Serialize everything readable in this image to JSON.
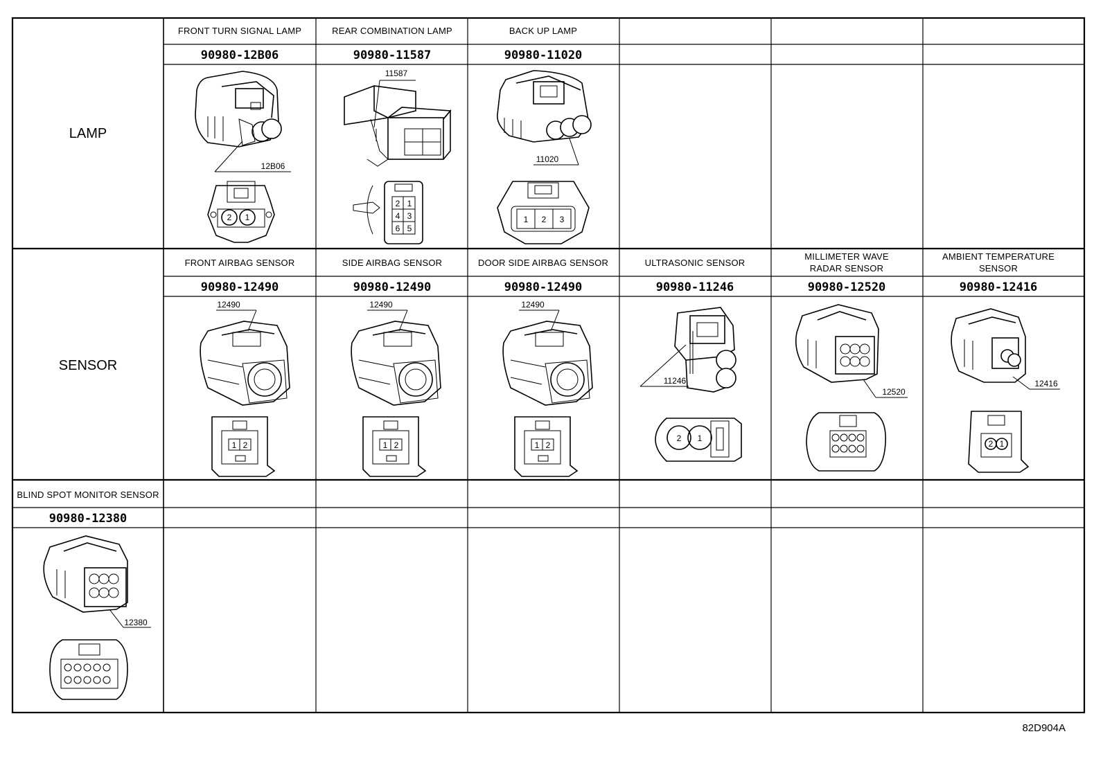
{
  "categories": {
    "lamp": "LAMP",
    "sensor": "SENSOR",
    "blind": "BLIND SPOT MONITOR SENSOR"
  },
  "lamp_row": [
    {
      "title": "FRONT TURN SIGNAL LAMP",
      "part": "90980-12B06",
      "callout": "12B06",
      "pins": [
        "2",
        "1"
      ]
    },
    {
      "title": "REAR COMBINATION LAMP",
      "part": "90980-11587",
      "callout": "11587",
      "pins": [
        "2",
        "1",
        "4",
        "3",
        "6",
        "5"
      ]
    },
    {
      "title": "BACK UP LAMP",
      "part": "90980-11020",
      "callout": "11020",
      "pins": [
        "1",
        "2",
        "3"
      ]
    }
  ],
  "sensor_row": [
    {
      "title": "FRONT AIRBAG SENSOR",
      "part": "90980-12490",
      "callout": "12490",
      "pins": [
        "1",
        "2"
      ]
    },
    {
      "title": "SIDE AIRBAG SENSOR",
      "part": "90980-12490",
      "callout": "12490",
      "pins": [
        "1",
        "2"
      ]
    },
    {
      "title": "DOOR SIDE AIRBAG SENSOR",
      "part": "90980-12490",
      "callout": "12490",
      "pins": [
        "1",
        "2"
      ]
    },
    {
      "title": "ULTRASONIC SENSOR",
      "part": "90980-11246",
      "callout": "11246",
      "pins": [
        "2",
        "1"
      ]
    },
    {
      "title_line1": "MILLIMETER WAVE",
      "title_line2": "RADAR SENSOR",
      "part": "90980-12520",
      "callout": "12520"
    },
    {
      "title_line1": "AMBIENT TEMPERATURE",
      "title_line2": "SENSOR",
      "part": "90980-12416",
      "callout": "12416",
      "pins": [
        "2",
        "1"
      ]
    }
  ],
  "blind_row": {
    "part": "90980-12380",
    "callout": "12380"
  },
  "drawing_code": "82D904A"
}
